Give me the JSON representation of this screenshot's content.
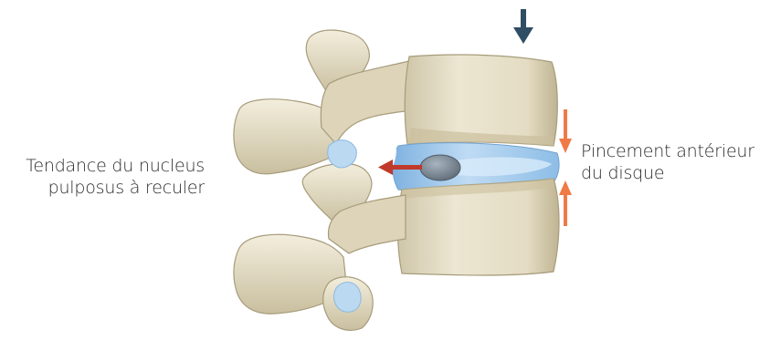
{
  "labels": {
    "left": {
      "line1": "Tendance du nucleus",
      "line2": "pulposus à reculer"
    },
    "right": {
      "line1": "Pincement antérieur",
      "line2": "du disque"
    }
  },
  "colors": {
    "bone": "#e6dfc8",
    "bone_shadow": "#b9ae8e",
    "bone_highlight": "#f6f2e4",
    "disc_blue": "#9cc6ea",
    "disc_light": "#cfe4f6",
    "nucleus": "#7f8c98",
    "compression_arrow": "#2f4d63",
    "posterior_arrow": "#c0392b",
    "pinch_arrow": "#f07a45",
    "text": "#2b2b2b"
  },
  "icons": {
    "top": "arrow-down-icon",
    "posterior": "arrow-left-icon",
    "pinch_top": "arrow-down-icon",
    "pinch_bottom": "arrow-up-icon"
  }
}
